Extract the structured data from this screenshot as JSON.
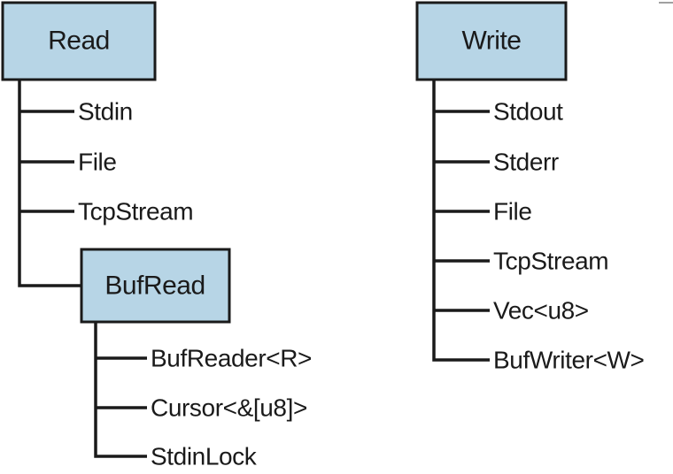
{
  "colors": {
    "box_fill": "#b7d5e6",
    "stroke": "#1a1a1a",
    "background": "#ffffff"
  },
  "read": {
    "title": "Read",
    "items": [
      {
        "label": "Stdin"
      },
      {
        "label": "File"
      },
      {
        "label": "TcpStream"
      }
    ],
    "bufread": {
      "title": "BufRead",
      "items": [
        {
          "label": "BufReader<R>"
        },
        {
          "label": "Cursor<&[u8]>"
        },
        {
          "label": "StdinLock"
        }
      ]
    }
  },
  "write": {
    "title": "Write",
    "items": [
      {
        "label": "Stdout"
      },
      {
        "label": "Stderr"
      },
      {
        "label": "File"
      },
      {
        "label": "TcpStream"
      },
      {
        "label": "Vec<u8>"
      },
      {
        "label": "BufWriter<W>"
      }
    ]
  }
}
